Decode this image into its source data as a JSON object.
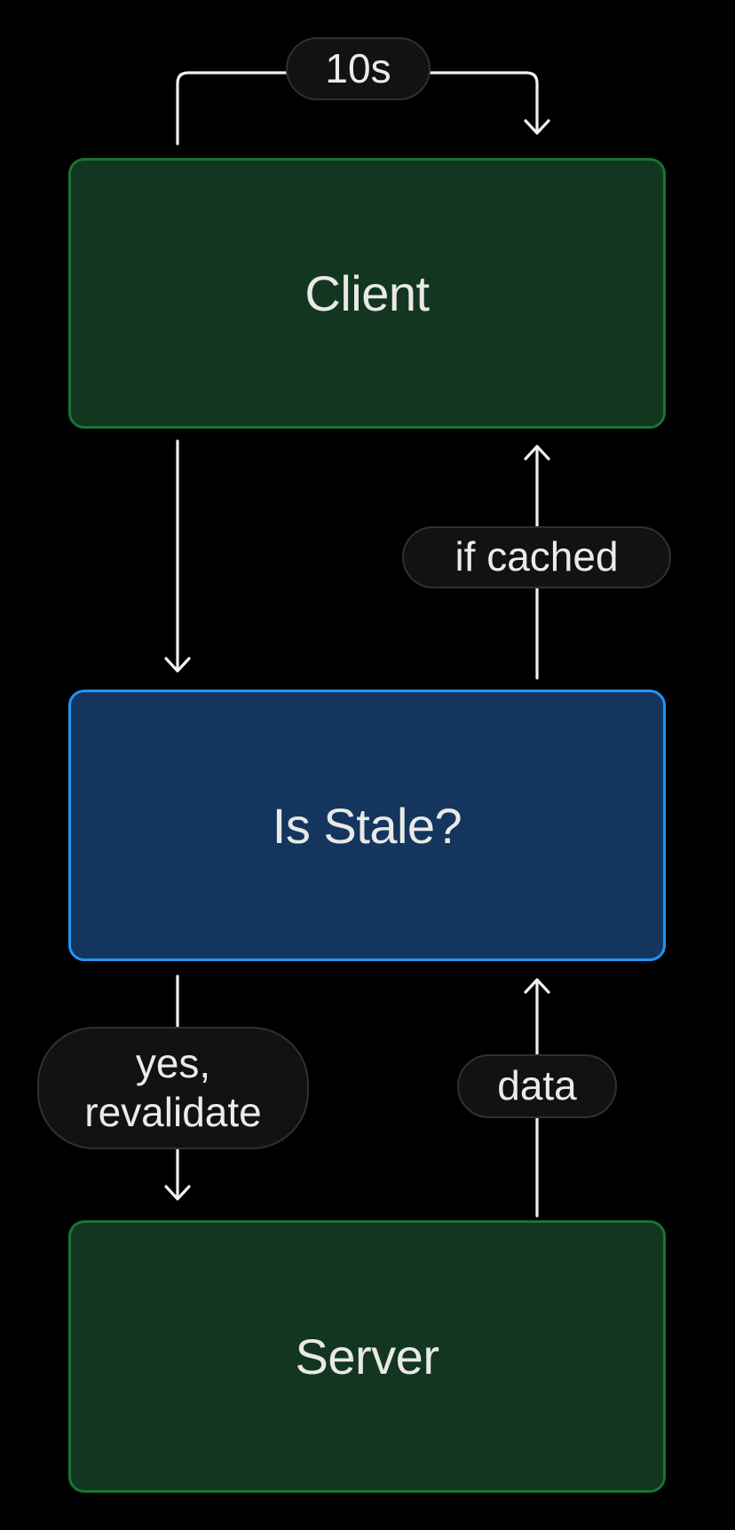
{
  "diagram": {
    "type": "flow-diagram",
    "background": "#000000",
    "nodes": {
      "client": {
        "label": "Client",
        "fill": "#123620",
        "border": "#1d7231"
      },
      "is_stale": {
        "label": "Is Stale?",
        "fill": "#14355e",
        "border": "#2494f5"
      },
      "server": {
        "label": "Server",
        "fill": "#123620",
        "border": "#1d7231"
      }
    },
    "edges": {
      "client_self_loop": {
        "from": "Client",
        "to": "Client",
        "label": "10s",
        "shape": "top loop, arrow into client top-right"
      },
      "client_to_is_stale": {
        "from": "Client",
        "to": "Is Stale?",
        "label": "",
        "shape": "vertical down, left side"
      },
      "is_stale_to_client": {
        "from": "Is Stale?",
        "to": "Client",
        "label": "if cached",
        "shape": "vertical up, right side"
      },
      "is_stale_to_server": {
        "from": "Is Stale?",
        "to": "Server",
        "label_lines": [
          "yes,",
          "revalidate"
        ],
        "shape": "vertical down, left side"
      },
      "server_to_is_stale": {
        "from": "Server",
        "to": "Is Stale?",
        "label": "data",
        "shape": "vertical up, right side"
      }
    },
    "colors": {
      "arrow": "#f0f0f0",
      "pill_fill": "#121212",
      "pill_border": "#2e3032",
      "pill_text": "#ebebeb",
      "node_text": "#e9e9e7",
      "green_fill": "#123620",
      "green_border": "#1d7231",
      "blue_fill": "#14355e",
      "blue_border": "#2494f5"
    }
  }
}
